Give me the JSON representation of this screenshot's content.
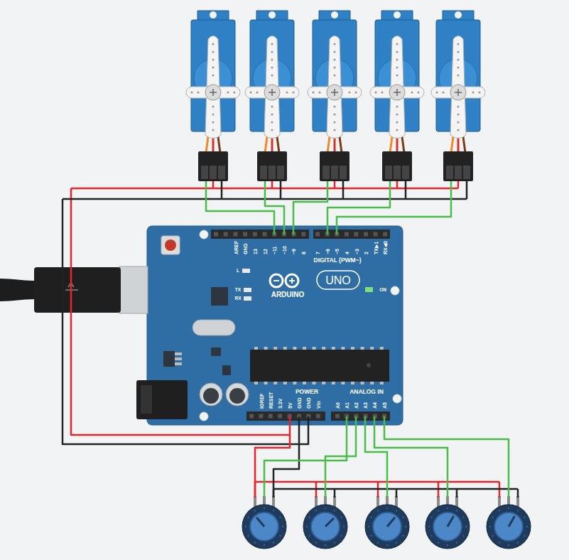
{
  "diagram": {
    "nodes": [
      {
        "text": [
          "AREF",
          "GND",
          "13",
          "12",
          "~11",
          "~10",
          "~9",
          "8",
          "7",
          "~6",
          "~5",
          "4",
          "~3",
          "2",
          "TX▶1",
          "RX◀0",
          "DIGITAL (PWM~)",
          "L",
          "TX",
          "RX",
          "ARDUINO",
          "UNO",
          "ON",
          "IOREF",
          "RESET",
          "3.3V",
          "5V",
          "GND",
          "GND",
          "Vin",
          "POWER",
          "ANALOG IN",
          "A0",
          "A1",
          "A2",
          "A3",
          "A4",
          "A5"
        ]
      }
    ]
  }
}
